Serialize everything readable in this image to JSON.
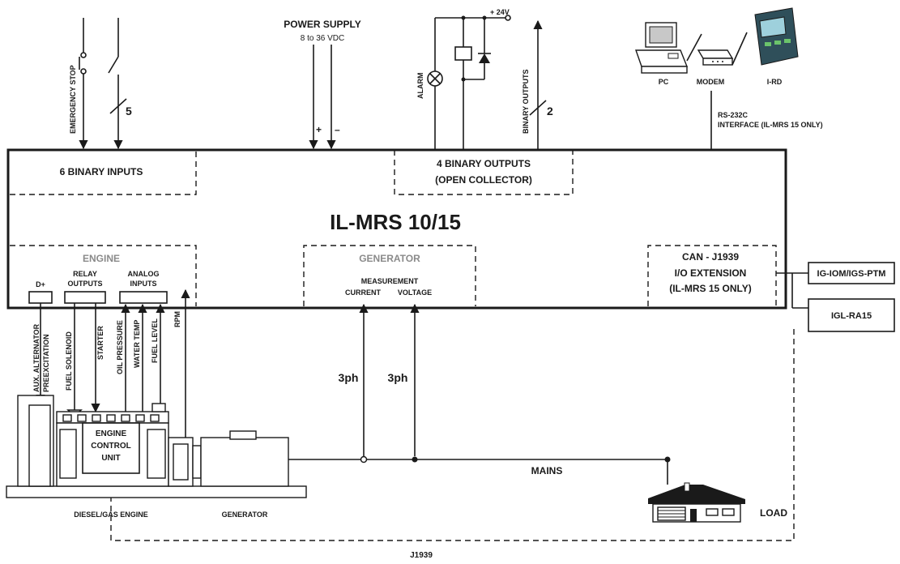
{
  "controller": {
    "title": "IL-MRS 10/15",
    "binary_inputs": "6 BINARY INPUTS",
    "binary_outputs_l1": "4 BINARY OUTPUTS",
    "binary_outputs_l2": "(OPEN COLLECTOR)",
    "engine": "ENGINE",
    "generator": "GENERATOR",
    "can_l1": "CAN - J1939",
    "can_l2": "I/O EXTENSION",
    "can_l3": "(IL-MRS 15 ONLY)",
    "d_plus": "D+",
    "relay_l1": "RELAY",
    "relay_l2": "OUTPUTS",
    "analog_l1": "ANALOG",
    "analog_l2": "INPUTS",
    "measurement": "MEASUREMENT",
    "current": "CURRENT",
    "voltage": "VOLTAGE"
  },
  "top": {
    "emergency_stop": "EMERGENCY STOP",
    "inputs_count": "5",
    "power_supply": "POWER SUPPLY",
    "power_range": "8 to 36 VDC",
    "plus": "+",
    "minus": "–",
    "plus_24v": "+ 24V",
    "alarm": "ALARM",
    "binary_outputs": "BINARY OUTPUTS",
    "outputs_count": "2",
    "pc": "PC",
    "modem": "MODEM",
    "ird": "I-RD",
    "rs232_l1": "RS-232C",
    "rs232_l2": "INTERFACE (IL-MRS 15 ONLY)"
  },
  "signals": {
    "aux_l1": "AUX. ALTERNATOR",
    "aux_l2": "PREEXCITATION",
    "fuel_solenoid": "FUEL SOLENOID",
    "starter": "STARTER",
    "oil_pressure": "OIL PRESSURE",
    "water_temp": "WATER TEMP",
    "fuel_level": "FUEL LEVEL",
    "rpm": "RPM",
    "three_ph_a": "3ph",
    "three_ph_b": "3ph"
  },
  "bottom": {
    "ecu_l1": "ENGINE",
    "ecu_l2": "CONTROL",
    "ecu_l3": "UNIT",
    "diesel": "DIESEL/GAS ENGINE",
    "generator": "GENERATOR",
    "mains": "MAINS",
    "load": "LOAD",
    "j1939": "J1939"
  },
  "modules": {
    "iom": "IG-IOM/IGS-PTM",
    "ra15": "IGL-RA15"
  }
}
